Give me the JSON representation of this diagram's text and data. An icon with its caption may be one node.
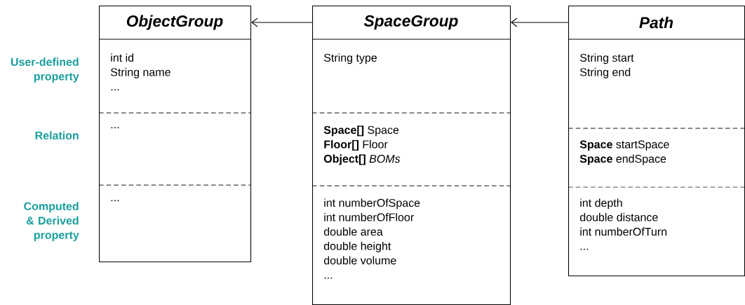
{
  "diagram": {
    "nodes": [
      {
        "text": [
          "ObjectGroup"
        ]
      },
      {
        "text": [
          "int id",
          "String name",
          "..."
        ],
        "in": 0
      },
      {
        "text": [
          "..."
        ],
        "in": 0
      },
      {
        "text": [
          "..."
        ],
        "in": 0
      },
      {
        "text": [
          "SpaceGroup"
        ]
      },
      {
        "text": [
          "String type"
        ],
        "in": 4
      },
      {
        "text": [
          "**Space[]** Space",
          "**Floor[]** Floor",
          "**Object[]** *BOMs*"
        ],
        "in": 4
      },
      {
        "text": [
          "int numberOfSpace",
          "int numberOfFloor",
          "double area",
          "double height",
          "double volume",
          "..."
        ],
        "in": 4
      },
      {
        "text": [
          "Path"
        ]
      },
      {
        "text": [
          "String start",
          "String end"
        ],
        "in": 8
      },
      {
        "text": [
          "**Space** startSpace",
          "**Space** endSpace"
        ],
        "in": 8
      },
      {
        "text": [
          "int depth",
          "double distance",
          "int numberOfTurn",
          "..."
        ],
        "in": 8
      }
    ],
    "edges": [
      {
        "from": 4,
        "to": 0,
        "arrow": "to"
      },
      {
        "from": 8,
        "to": 4,
        "arrow": "to"
      }
    ],
    "labels": [
      "User-defined property",
      "Relation",
      "Computed & Derived property"
    ]
  }
}
